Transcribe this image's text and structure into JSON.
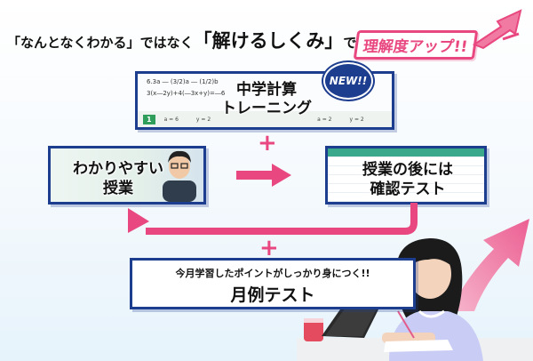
{
  "headline": {
    "quote1": "「なんとなくわかる」",
    "mid1": "ではなく",
    "quote2": "「解けるしくみ」",
    "mid2": "で"
  },
  "badge": {
    "label": "理解度アップ!!"
  },
  "training": {
    "title_line1": "中学計算",
    "title_line2": "トレーニング",
    "new_badge": "NEW!!",
    "eq1": "6.3a ― (3/2)a ― (1/2)b",
    "eq2": "3(x―2y)+4(―3x+y)=―6",
    "strip_num": "1",
    "strip_items": [
      "a = 6",
      "y = 2",
      "a = 2",
      "y = 2"
    ]
  },
  "lesson": {
    "title_line1": "わかりやすい",
    "title_line2": "授業"
  },
  "check": {
    "title_line1": "授業の後には",
    "title_line2": "確認テスト"
  },
  "monthly": {
    "subtitle": "今月学習したポイントがしっかり身につく!!",
    "title": "月例テスト"
  },
  "colors": {
    "accent": "#e8487f",
    "navy": "#1d3d8f"
  }
}
